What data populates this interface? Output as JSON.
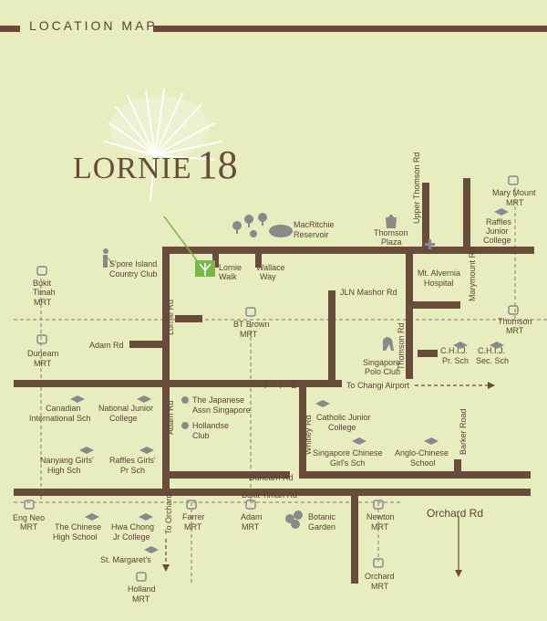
{
  "header": {
    "title": "LOCATION MAP"
  },
  "logo": {
    "name": "LORNIE",
    "number": "18"
  },
  "colors": {
    "road": "#6a4c3c",
    "background": "#e8edbf",
    "rail": "#9a8d86",
    "site": "#7ab648",
    "icon": "#8a8a8a"
  },
  "roads": {
    "lornie_rd": "Lornie Rd",
    "adam_rd_upper": "Adam Rd",
    "adam_rd_lower": "Adam Rd",
    "pie": "P I E",
    "to_changi": "To Changi Airport",
    "jln_mashor": "JLN Mashor Rd",
    "upper_thomson": "Upper Thomson Rd",
    "marymount": "Marymount Rd",
    "thomson": "Thomson Rd",
    "whitley": "Whitley Rd",
    "barker": "Barker Road",
    "dunearn": "Dunearn Rd",
    "bukit_timah": "Bukit Timah Rd",
    "orchard": "Orchard Rd",
    "to_orchard": "To Orchard"
  },
  "places": {
    "lornie_walk": "Lornie Walk",
    "wallace_way": "Wallace Way",
    "macritchie": "MacRitchie Reservoir",
    "thomson_plaza": "Thomson Plaza",
    "golf": "S'pore Island Country Club",
    "alvernia": "Mt. Alvernia Hospital",
    "polo": "Singapore Polo Club",
    "japanese_assn": "The Japanese Assn Singapore",
    "hollandse": "Hollandse Club",
    "botanic": "Botanic Garden"
  },
  "mrt": {
    "bukit_timah": "Bukit Timah MRT",
    "dunearn": "Dunearn MRT",
    "bt_brown": "BT Brown MRT",
    "mary_mount": "Mary Mount MRT",
    "thomson": "Thomson MRT",
    "eng_neo": "Eng Neo MRT",
    "farrer": "Farrer MRT",
    "adam": "Adam MRT",
    "newton": "Newton MRT",
    "orchard": "Orchard MRT",
    "holland": "Holland MRT"
  },
  "schools": {
    "raffles_jc": "Raffles Junior College",
    "chij_pr": "C.H.I.J. Pr. Sch",
    "chij_sec": "C.H.I.J. Sec. Sch",
    "canadian": "Canadian International Sch",
    "njc": "National Junior College",
    "cjc": "Catholic Junior College",
    "nanyang": "Nanyang Girls' High Sch",
    "raffles_girls": "Raffles Girls' Pr Sch",
    "scgs": "Singapore Chinese Girl's Sch",
    "acs": "Anglo-Chinese School",
    "chinese_high": "The Chinese High School",
    "hwa_chong": "Hwa Chong Jr College",
    "st_margaret": "St. Margaret's"
  }
}
